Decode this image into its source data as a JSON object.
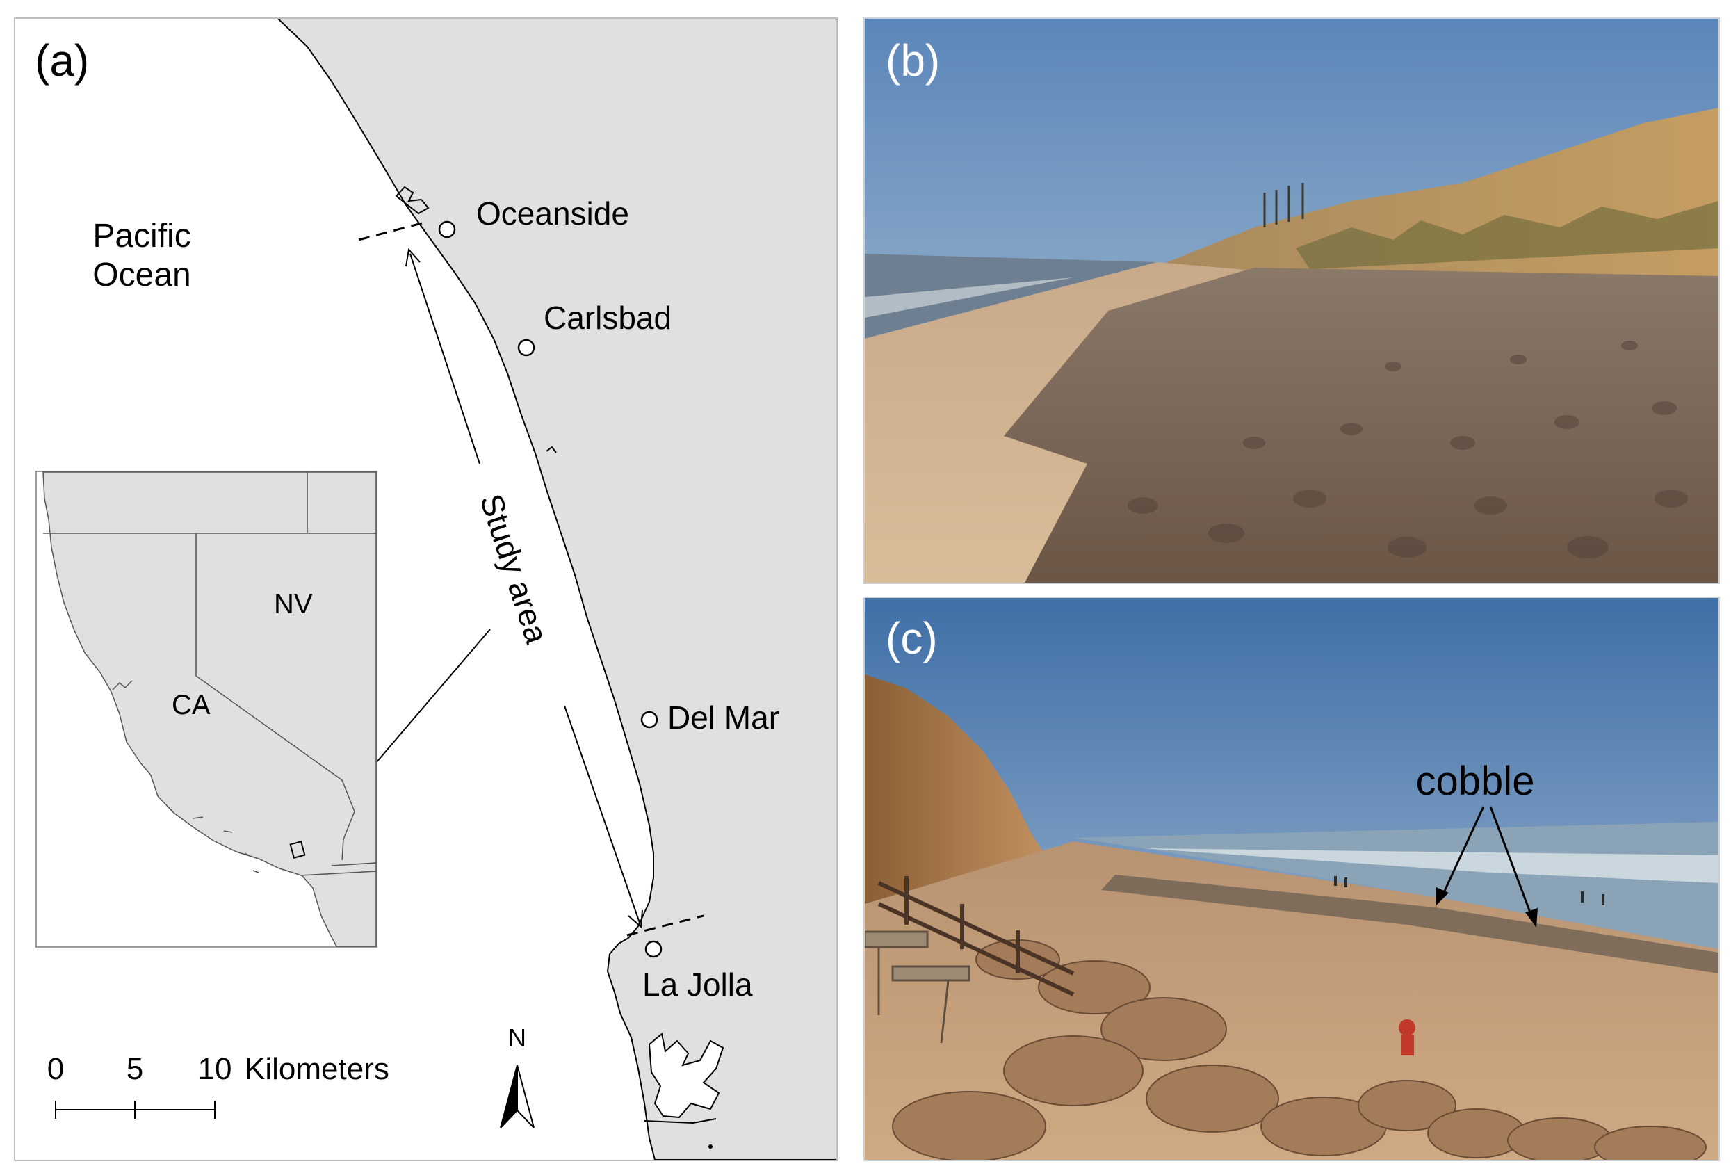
{
  "panels": {
    "a": {
      "label": "(a)"
    },
    "b": {
      "label": "(b)"
    },
    "c": {
      "label": "(c)"
    }
  },
  "map": {
    "ocean_label_line1": "Pacific",
    "ocean_label_line2": "Ocean",
    "places": {
      "oceanside": "Oceanside",
      "carlsbad": "Carlsbad",
      "del_mar": "Del Mar",
      "la_jolla": "La Jolla"
    },
    "study_area_label": "Study area",
    "inset": {
      "state_nv": "NV",
      "state_ca": "CA"
    },
    "scale_bar": {
      "tick_0": "0",
      "tick_5": "5",
      "tick_10": "10",
      "unit": "Kilometers"
    },
    "north_arrow": "N",
    "colors": {
      "land": "#e0e0e0",
      "ocean": "#ffffff",
      "lines": "#000000"
    }
  },
  "photo_c": {
    "annotation": "cobble"
  }
}
